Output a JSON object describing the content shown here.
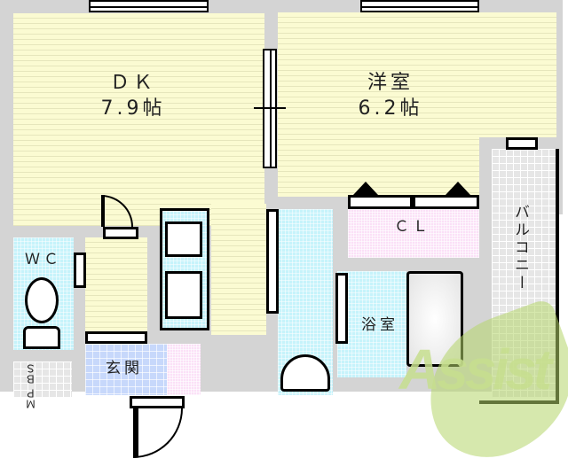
{
  "floorplan": {
    "rooms": {
      "dk": {
        "name": "ＤＫ",
        "size": "7.9帖"
      },
      "western_room": {
        "name": "洋室",
        "size": "6.2帖"
      },
      "wc": {
        "name": "ＷＣ"
      },
      "closet": {
        "name": "ＣＬ"
      },
      "bathroom": {
        "name": "浴室"
      },
      "entrance": {
        "name": "玄関"
      },
      "balcony": {
        "name": "バルコニー"
      },
      "mbps": {
        "line1": "ＭＰ",
        "line2": "ＢＳ"
      }
    },
    "watermark": {
      "text": "Assist"
    },
    "colors": {
      "wall": "#d4d4d4",
      "wood_floor": "#fbfbd2",
      "wet_area": "#c6f3fb",
      "entrance": "#c7d8fb",
      "closet": "#fbe0f7",
      "balcony": "#e6e6e6",
      "watermark_green": "#b5d56a"
    }
  }
}
